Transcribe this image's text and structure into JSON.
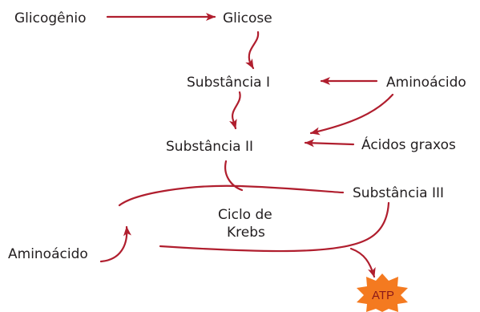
{
  "nodes": {
    "glicogenio": "Glicogênio",
    "glicose": "Glicose",
    "substancia_1": "Substância I",
    "aminoacido_1": "Aminoácido",
    "substancia_2": "Substância II",
    "acidos_graxos": "Ácidos graxos",
    "substancia_3": "Substância III",
    "ciclo_line1": "Ciclo de",
    "ciclo_line2": "Krebs",
    "aminoacido_2": "Aminoácido",
    "atp": "ATP"
  },
  "colors": {
    "arrow": "#b01e2e",
    "text": "#231f20",
    "atp_burst": "#f47a20",
    "atp_text": "#8b1a1a"
  }
}
